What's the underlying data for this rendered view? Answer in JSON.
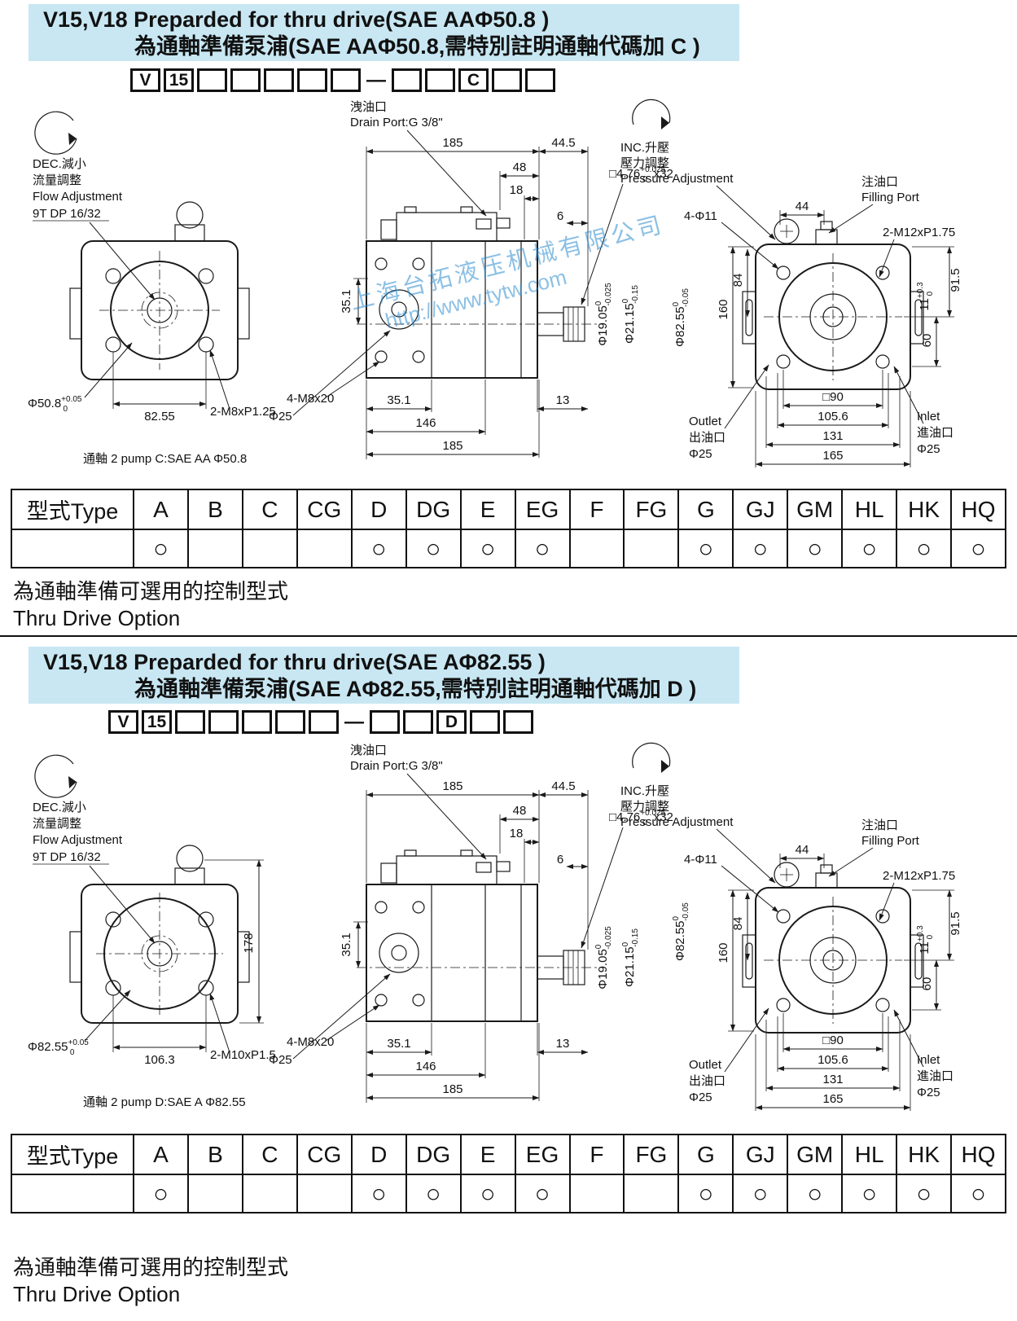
{
  "watermark": {
    "company": "上海台拓液压机械有限公司",
    "url": "http://www.tytw.com"
  },
  "footer": {
    "zh": "為通軸準備可選用的控制型式",
    "en": "Thru Drive Option"
  },
  "table": {
    "headers": [
      "型式Type",
      "A",
      "B",
      "C",
      "CG",
      "D",
      "DG",
      "E",
      "EG",
      "F",
      "FG",
      "G",
      "GJ",
      "GM",
      "HL",
      "HK",
      "HQ"
    ],
    "marks": [
      "",
      "○",
      "",
      "",
      "",
      "○",
      "○",
      "○",
      "○",
      "",
      "",
      "○",
      "○",
      "○",
      "○",
      "○",
      "○"
    ]
  },
  "shared": {
    "flow": {
      "dec": "DEC.減小",
      "zh": "流量調整",
      "en": "Flow Adjustment"
    },
    "spline": "9T DP 16/32",
    "drain_zh": "洩油口",
    "drain_en": "Drain Port:G 3/8\"",
    "pressure": {
      "inc": "INC.升壓",
      "zh": "壓力調整",
      "en": "Pressure Adjustment"
    },
    "fill_zh": "注油口",
    "fill_en": "Filling Port",
    "key": {
      "v": "□4.76",
      "tol_up": "+0.025",
      "tol_dn": "0",
      "suffix": "x32"
    },
    "holes": "4-Φ11",
    "rear_thread": "2-M12xP1.75",
    "bolt": "4-M8x20",
    "phi25": "Φ25",
    "outlet": {
      "en": "Outlet",
      "zh": "出油口",
      "size": "Φ25"
    },
    "inlet": {
      "en": "Inlet",
      "zh": "進油口",
      "size": "Φ25"
    },
    "d185": "185",
    "d44_5": "44.5",
    "d48": "48",
    "d18": "18",
    "d6": "6",
    "d35_1": "35.1",
    "d13": "13",
    "d146": "146",
    "d44": "44",
    "d160": "160",
    "d84": "84",
    "d91_5": "91.5",
    "d60": "60",
    "d11": {
      "v": "11",
      "tol_up": "+0.3",
      "tol_dn": "0"
    },
    "d90": "□90",
    "d105_6": "105.6",
    "d131": "131",
    "d165": "165",
    "phi19": {
      "v": "Φ19.05",
      "tol_up": "0",
      "tol_dn": "-0.025"
    },
    "phi21": {
      "v": "Φ21.15",
      "tol_up": "0",
      "tol_dn": "-0.15"
    },
    "phi82": {
      "v": "Φ82.55",
      "tol_up": "0",
      "tol_dn": "-0.05"
    }
  },
  "section1": {
    "title_en": "V15,V18 Preparded for thru drive(SAE AAΦ50.8 )",
    "title_zh": "為通軸準備泵浦(SAE AAΦ50.8,需特別註明通軸代碼加 C )",
    "code": {
      "v": "V",
      "n": "15",
      "dash": "—",
      "letter": "C"
    },
    "bore": {
      "v": "Φ50.8",
      "tol_up": "+0.05",
      "tol_dn": "0"
    },
    "width": "82.55",
    "thread": "2-M8xP1.25",
    "caption": "通軸 2 pump C:SAE AA Φ50.8"
  },
  "section2": {
    "title_en": "V15,V18 Preparded for thru drive(SAE AΦ82.55 )",
    "title_zh": "為通軸準備泵浦(SAE AΦ82.55,需特別註明通軸代碼加 D )",
    "code": {
      "v": "V",
      "n": "15",
      "dash": "—",
      "letter": "D"
    },
    "bore": {
      "v": "Φ82.55",
      "tol_up": "+0.05",
      "tol_dn": "0"
    },
    "width": "106.3",
    "thread": "2-M10xP1.5",
    "height": "178",
    "caption": "通軸 2 pump D:SAE A Φ82.55"
  }
}
